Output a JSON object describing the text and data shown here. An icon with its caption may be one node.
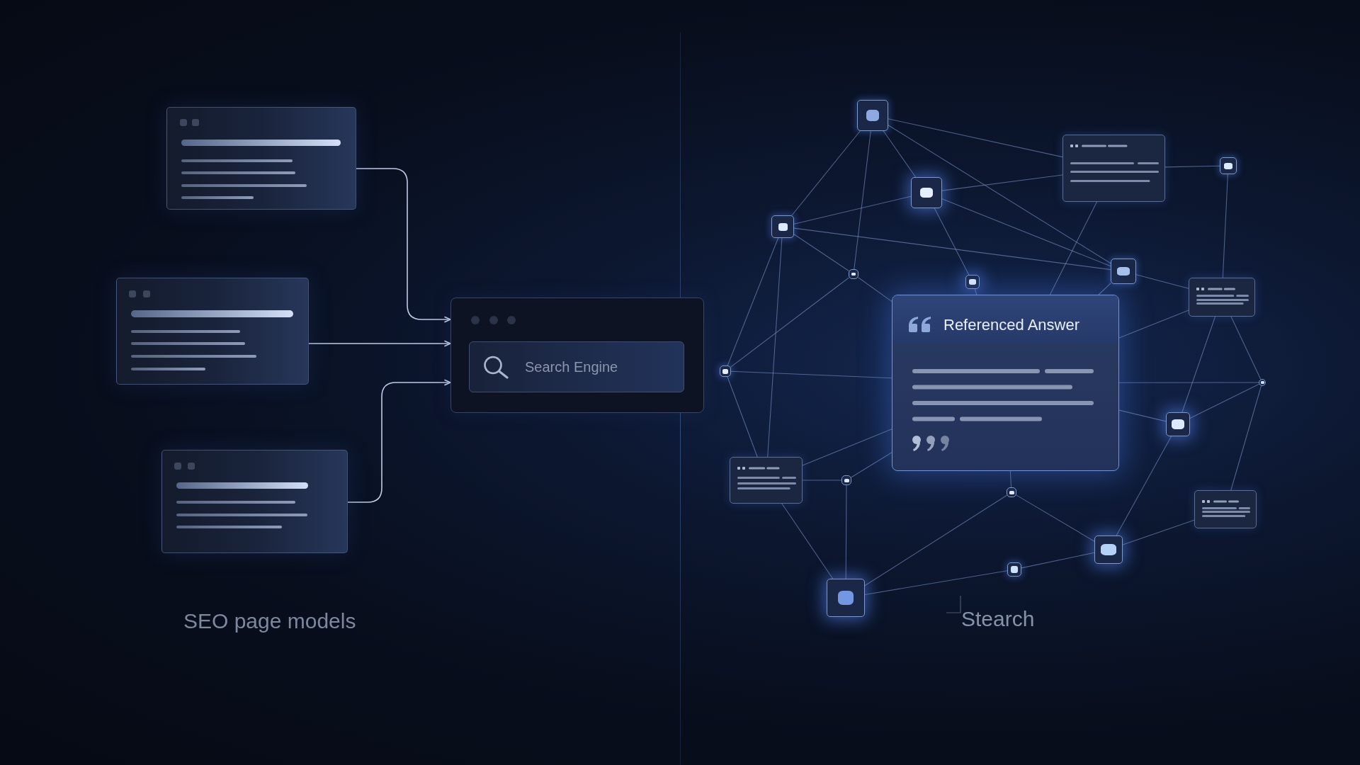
{
  "diagram": {
    "nodes": [
      {
        "text": [],
        "shape": "box"
      },
      {
        "text": [],
        "shape": "box"
      },
      {
        "text": [],
        "shape": "box"
      },
      {
        "text": [
          "Search Engine"
        ]
      },
      {
        "text": [],
        "shape": "box"
      },
      {
        "text": [],
        "shape": "box"
      },
      {
        "text": [],
        "shape": "box"
      },
      {
        "text": [],
        "shape": "box"
      },
      {
        "text": [],
        "shape": "box"
      },
      {
        "text": [],
        "shape": "box"
      },
      {
        "text": [],
        "shape": "box"
      },
      {
        "text": [],
        "shape": "box"
      },
      {
        "text": [],
        "shape": "box"
      },
      {
        "text": [
          "Referenced Answer"
        ]
      },
      {
        "text": [],
        "shape": "box"
      },
      {
        "text": [],
        "shape": "box"
      },
      {
        "text": [],
        "shape": "box"
      },
      {
        "text": [],
        "shape": "box"
      },
      {
        "text": [],
        "shape": "box"
      },
      {
        "text": [],
        "shape": "box"
      },
      {
        "text": [],
        "shape": "box"
      },
      {
        "text": [],
        "shape": "box"
      },
      {
        "text": [],
        "shape": "box"
      },
      {
        "text": [],
        "shape": "box"
      }
    ],
    "edges": [
      {
        "from": 0,
        "to": 3,
        "arrow": "to",
        "color": "#c9d4ee"
      },
      {
        "from": 1,
        "to": 3,
        "arrow": "to",
        "color": "#c9d4ee"
      },
      {
        "from": 2,
        "to": 3,
        "arrow": "to",
        "color": "#c9d4ee"
      },
      {
        "from": 4,
        "to": 8,
        "arrow": "none"
      },
      {
        "from": 4,
        "to": 10,
        "arrow": "none"
      },
      {
        "from": 4,
        "to": 7,
        "arrow": "none"
      },
      {
        "from": 4,
        "to": 5,
        "arrow": "none"
      },
      {
        "from": 4,
        "to": 9,
        "arrow": "none"
      },
      {
        "from": 7,
        "to": 8,
        "arrow": "none"
      },
      {
        "from": 7,
        "to": 5,
        "arrow": "none"
      },
      {
        "from": 7,
        "to": 9,
        "arrow": "none"
      },
      {
        "from": 7,
        "to": 12,
        "arrow": "none"
      },
      {
        "from": 8,
        "to": 9,
        "arrow": "none"
      },
      {
        "from": 8,
        "to": 10,
        "arrow": "none"
      },
      {
        "from": 8,
        "to": 14,
        "arrow": "none"
      },
      {
        "from": 8,
        "to": 17,
        "arrow": "none"
      },
      {
        "from": 10,
        "to": 14,
        "arrow": "none"
      },
      {
        "from": 10,
        "to": 13,
        "arrow": "none"
      },
      {
        "from": 12,
        "to": 13,
        "arrow": "none"
      },
      {
        "from": 5,
        "to": 13,
        "arrow": "none"
      },
      {
        "from": 5,
        "to": 6,
        "arrow": "none"
      },
      {
        "from": 6,
        "to": 11,
        "arrow": "none"
      },
      {
        "from": 9,
        "to": 11,
        "arrow": "none"
      },
      {
        "from": 9,
        "to": 13,
        "arrow": "none"
      },
      {
        "from": 11,
        "to": 13,
        "arrow": "none"
      },
      {
        "from": 11,
        "to": 15,
        "arrow": "none"
      },
      {
        "from": 11,
        "to": 16,
        "arrow": "none"
      },
      {
        "from": 14,
        "to": 17,
        "arrow": "none"
      },
      {
        "from": 14,
        "to": 13,
        "arrow": "none"
      },
      {
        "from": 13,
        "to": 15,
        "arrow": "none"
      },
      {
        "from": 13,
        "to": 16,
        "arrow": "none"
      },
      {
        "from": 15,
        "to": 16,
        "arrow": "none"
      },
      {
        "from": 15,
        "to": 19,
        "arrow": "none"
      },
      {
        "from": 16,
        "to": 21,
        "arrow": "none"
      },
      {
        "from": 17,
        "to": 13,
        "arrow": "none"
      },
      {
        "from": 17,
        "to": 18,
        "arrow": "none"
      },
      {
        "from": 17,
        "to": 23,
        "arrow": "none"
      },
      {
        "from": 18,
        "to": 23,
        "arrow": "none"
      },
      {
        "from": 18,
        "to": 13,
        "arrow": "none"
      },
      {
        "from": 20,
        "to": 13,
        "arrow": "none"
      },
      {
        "from": 20,
        "to": 23,
        "arrow": "none"
      },
      {
        "from": 20,
        "to": 21,
        "arrow": "none"
      },
      {
        "from": 22,
        "to": 23,
        "arrow": "none"
      },
      {
        "from": 22,
        "to": 21,
        "arrow": "none"
      },
      {
        "from": 21,
        "to": 19,
        "arrow": "none"
      }
    ],
    "labels": [
      "SEO page models",
      "Stearch"
    ]
  }
}
